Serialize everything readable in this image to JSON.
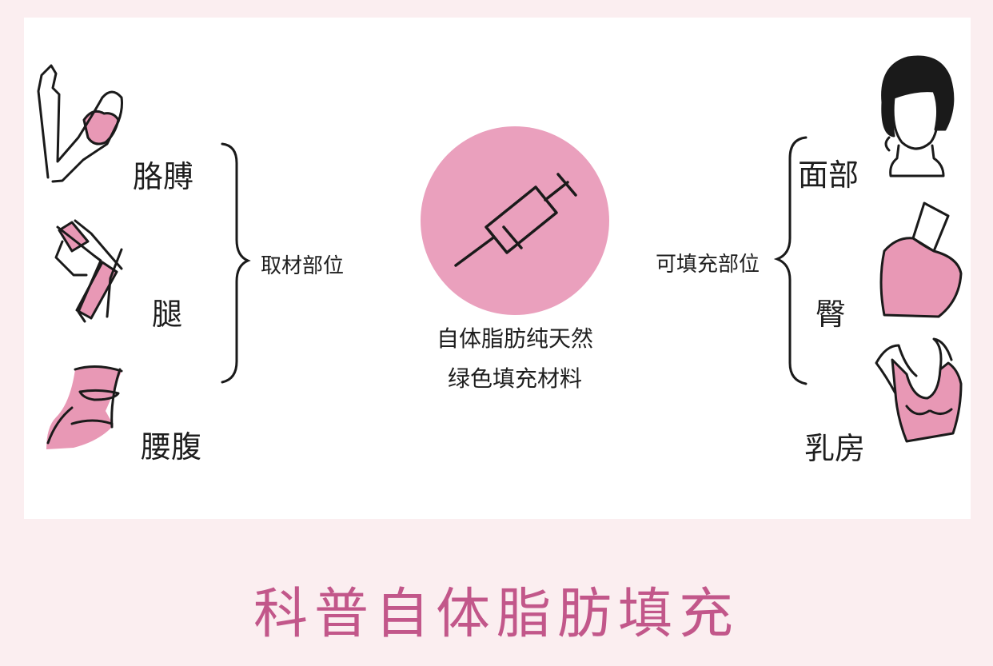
{
  "source_areas": {
    "label": "取材部位",
    "items": [
      {
        "label": "胳膊",
        "icon": "arm-icon"
      },
      {
        "label": "腿",
        "icon": "leg-icon"
      },
      {
        "label": "腰腹",
        "icon": "waist-icon"
      }
    ]
  },
  "center": {
    "caption_line1": "自体脂肪纯天然",
    "caption_line2": "绿色填充材料",
    "icon": "syringe-icon"
  },
  "fill_areas": {
    "label": "可填充部位",
    "items": [
      {
        "label": "面部",
        "icon": "face-icon"
      },
      {
        "label": "臀",
        "icon": "buttocks-icon"
      },
      {
        "label": "乳房",
        "icon": "breast-icon"
      }
    ]
  },
  "footer": {
    "title": "科普自体脂肪填充"
  },
  "colors": {
    "pink": "#e898b5",
    "circle": "#eaa0bd",
    "title": "#c2578a",
    "outline": "#1a1a1a"
  }
}
